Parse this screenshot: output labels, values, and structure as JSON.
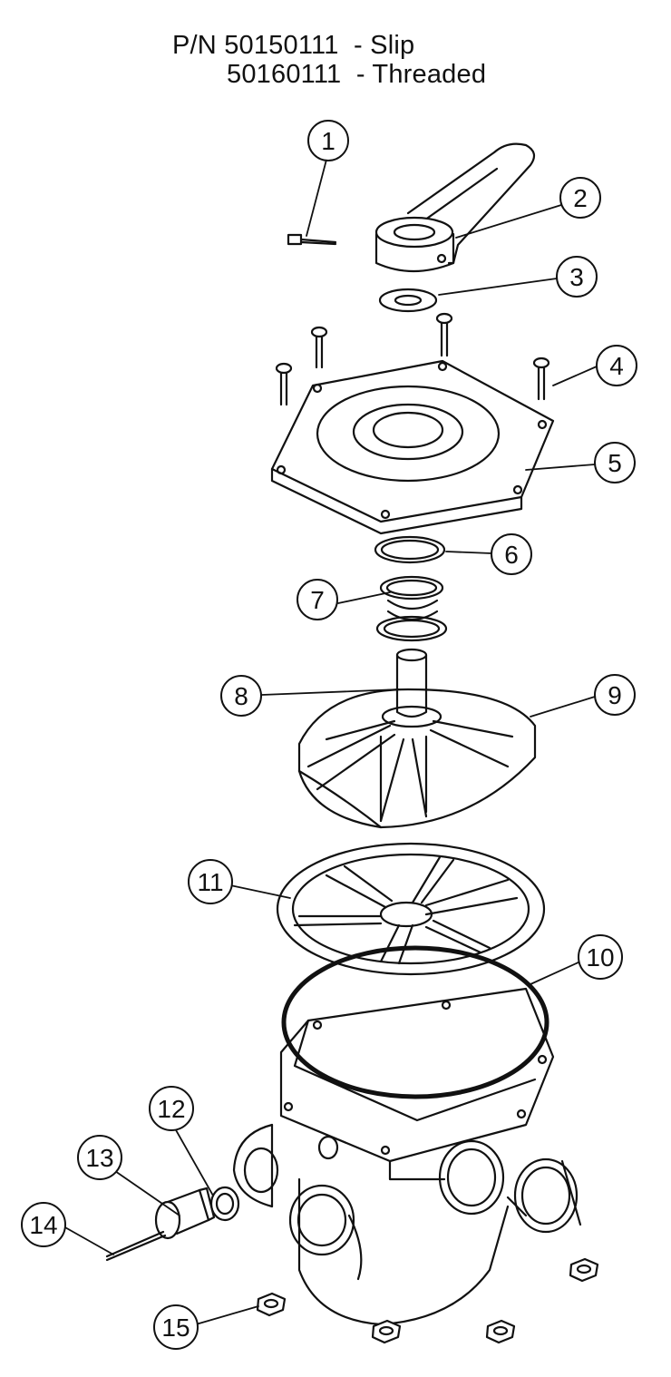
{
  "header": {
    "part_number_slip": "P/N 50150111  - Slip",
    "part_number_threaded": "50160111  - Threaded"
  },
  "callouts": [
    "1",
    "2",
    "3",
    "4",
    "5",
    "6",
    "7",
    "8",
    "9",
    "10",
    "11",
    "12",
    "13",
    "14",
    "15"
  ],
  "parts": [
    {
      "label": "1",
      "icon": "set-screw-icon"
    },
    {
      "label": "2",
      "icon": "handle-icon"
    },
    {
      "label": "3",
      "icon": "washer-icon"
    },
    {
      "label": "4",
      "icon": "cover-screw-icon"
    },
    {
      "label": "5",
      "icon": "valve-cover-icon"
    },
    {
      "label": "6",
      "icon": "o-ring-icon"
    },
    {
      "label": "7",
      "icon": "stem-o-rings-icon"
    },
    {
      "label": "8",
      "icon": "valve-stem-icon"
    },
    {
      "label": "9",
      "icon": "rotor-icon"
    },
    {
      "label": "10",
      "icon": "cover-gasket-icon"
    },
    {
      "label": "11",
      "icon": "rotor-gasket-icon"
    },
    {
      "label": "12",
      "icon": "gauge-o-ring-icon"
    },
    {
      "label": "13",
      "icon": "sight-glass-icon"
    },
    {
      "label": "14",
      "icon": "drain-pin-icon"
    },
    {
      "label": "15",
      "icon": "hex-nut-icon"
    }
  ]
}
